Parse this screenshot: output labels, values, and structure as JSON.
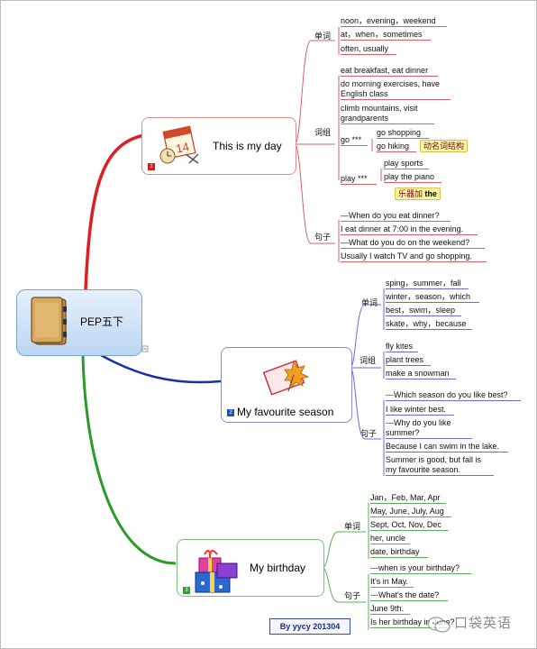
{
  "root": {
    "label": "PEP五下"
  },
  "branches": [
    {
      "number": "1",
      "title": "This is my day",
      "groups": [
        {
          "label": "单词",
          "items": [
            "noon，evening，weekend",
            "at，when，sometimes",
            "often, usually"
          ]
        },
        {
          "label": "词组",
          "items": [
            "eat breakfast, eat dinner",
            "do morning exercises, have English class",
            "climb mountains, visit grandparents",
            "go ***",
            "go shopping",
            "go hiking",
            "play ***",
            "play sports",
            "play the piano"
          ],
          "notes": [
            "动名词结构",
            "乐器加",
            "the"
          ]
        },
        {
          "label": "句子",
          "items": [
            "—When do you eat dinner?",
            "I eat dinner at 7:00 in the evening.",
            "—What do you do on the weekend?",
            "Usually I watch TV and go shopping."
          ]
        }
      ]
    },
    {
      "number": "2",
      "title": "My favourite season",
      "groups": [
        {
          "label": "单词",
          "items": [
            "sping，summer，fall",
            "winter，season，which",
            "best，swim，sleep",
            "skate，why，because"
          ]
        },
        {
          "label": "词组",
          "items": [
            "fly kites",
            "plant trees",
            "make a snowman"
          ]
        },
        {
          "label": "句子",
          "items": [
            "---Which season do you like best?",
            "I like winter best.",
            "---Why do you like summer?",
            "Because I can swim in the lake.",
            "Summer is good, but fall is my favourite season."
          ]
        }
      ]
    },
    {
      "number": "3",
      "title": "My  birthday",
      "groups": [
        {
          "label": "单词",
          "items": [
            "Jan，Feb, Mar, Apr",
            "May, June, July, Aug",
            "Sept, Oct, Nov, Dec",
            "her, uncle",
            "date, birthday"
          ]
        },
        {
          "label": "句子",
          "items": [
            "---when is your birthday?",
            "It's in May.",
            "---What's the date?",
            "June 9th.",
            "Is her birthday in June?"
          ]
        }
      ]
    }
  ],
  "footer": {
    "credit": "By  yycy  201304",
    "watermark": "口袋英语"
  }
}
